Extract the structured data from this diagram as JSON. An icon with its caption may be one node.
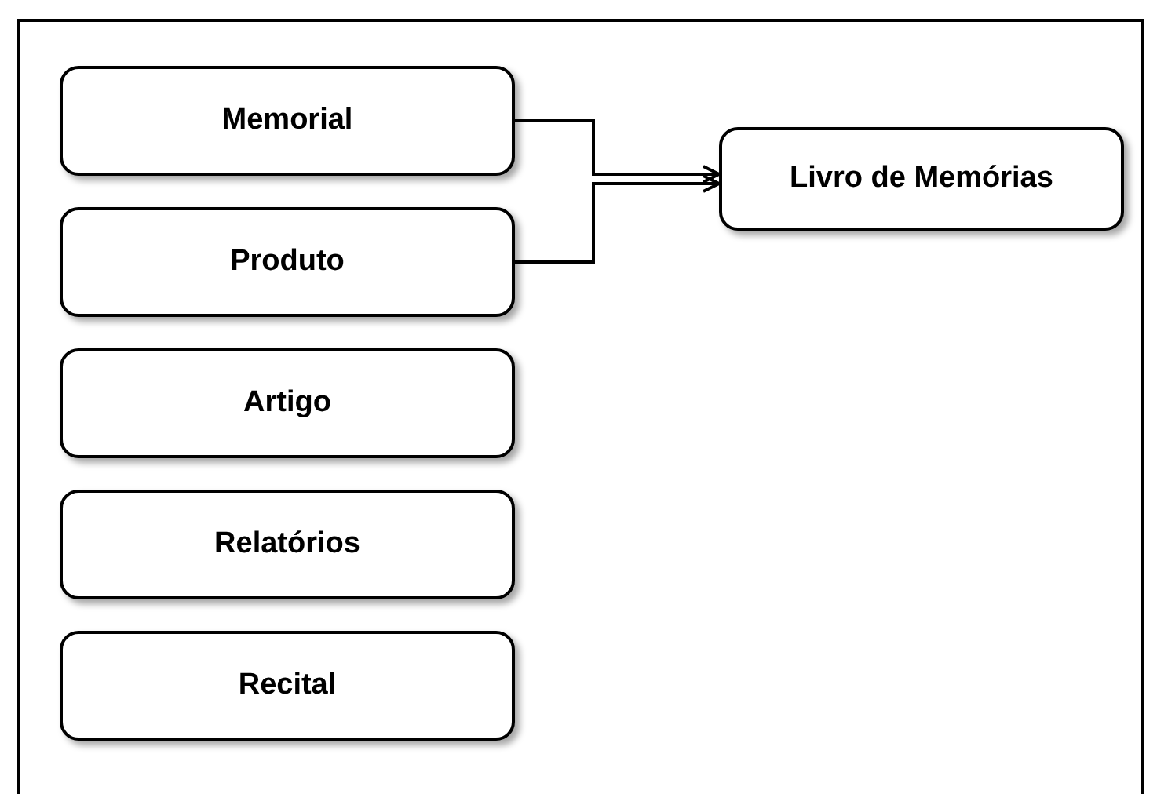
{
  "diagram": {
    "nodes": [
      {
        "text": [
          "Memorial"
        ]
      },
      {
        "text": [
          "Produto"
        ]
      },
      {
        "text": [
          "Artigo"
        ]
      },
      {
        "text": [
          "Relatórios"
        ]
      },
      {
        "text": [
          "Recital"
        ]
      },
      {
        "text": [
          "Livro de Memórias"
        ]
      }
    ],
    "edges": [
      {
        "from": 0,
        "to": 5,
        "arrow": "to"
      },
      {
        "from": 1,
        "to": 5,
        "arrow": "to"
      }
    ]
  }
}
